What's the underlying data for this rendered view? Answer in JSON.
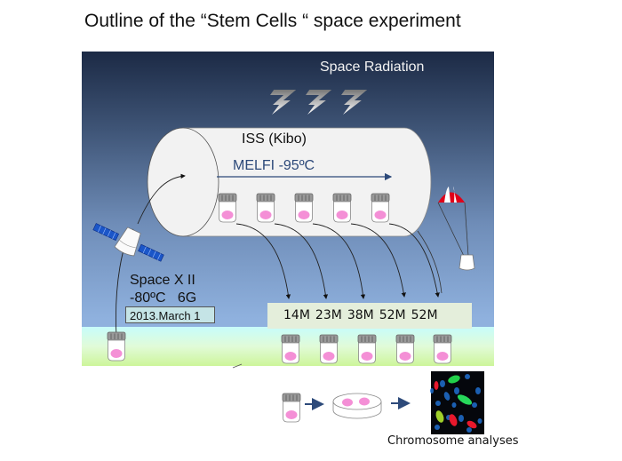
{
  "title": "Outline of the “Stem Cells “ space experiment",
  "diagram": {
    "space_radiation_label": "Space Radiation",
    "iss_label": "ISS (Kibo)",
    "melfi_label": "MELFI -95ºC",
    "launch": {
      "vehicle": "Space X II",
      "conditions": "-80ºC   6G",
      "date": "2013.March 1"
    },
    "storage_durations": [
      "14M",
      "23M",
      "38M",
      "52M",
      "52M"
    ],
    "analysis_label": "Chromosome analyses",
    "colors": {
      "sky_top": "#1c2a45",
      "sky_bottom": "#8fb1de",
      "ground_top": "#c7fcfb",
      "ground_bottom": "#cdf59a",
      "cell_pink": "#f48fd6",
      "parachute_red": "#e0001a",
      "arrow_blue": "#2d4a7a"
    }
  }
}
